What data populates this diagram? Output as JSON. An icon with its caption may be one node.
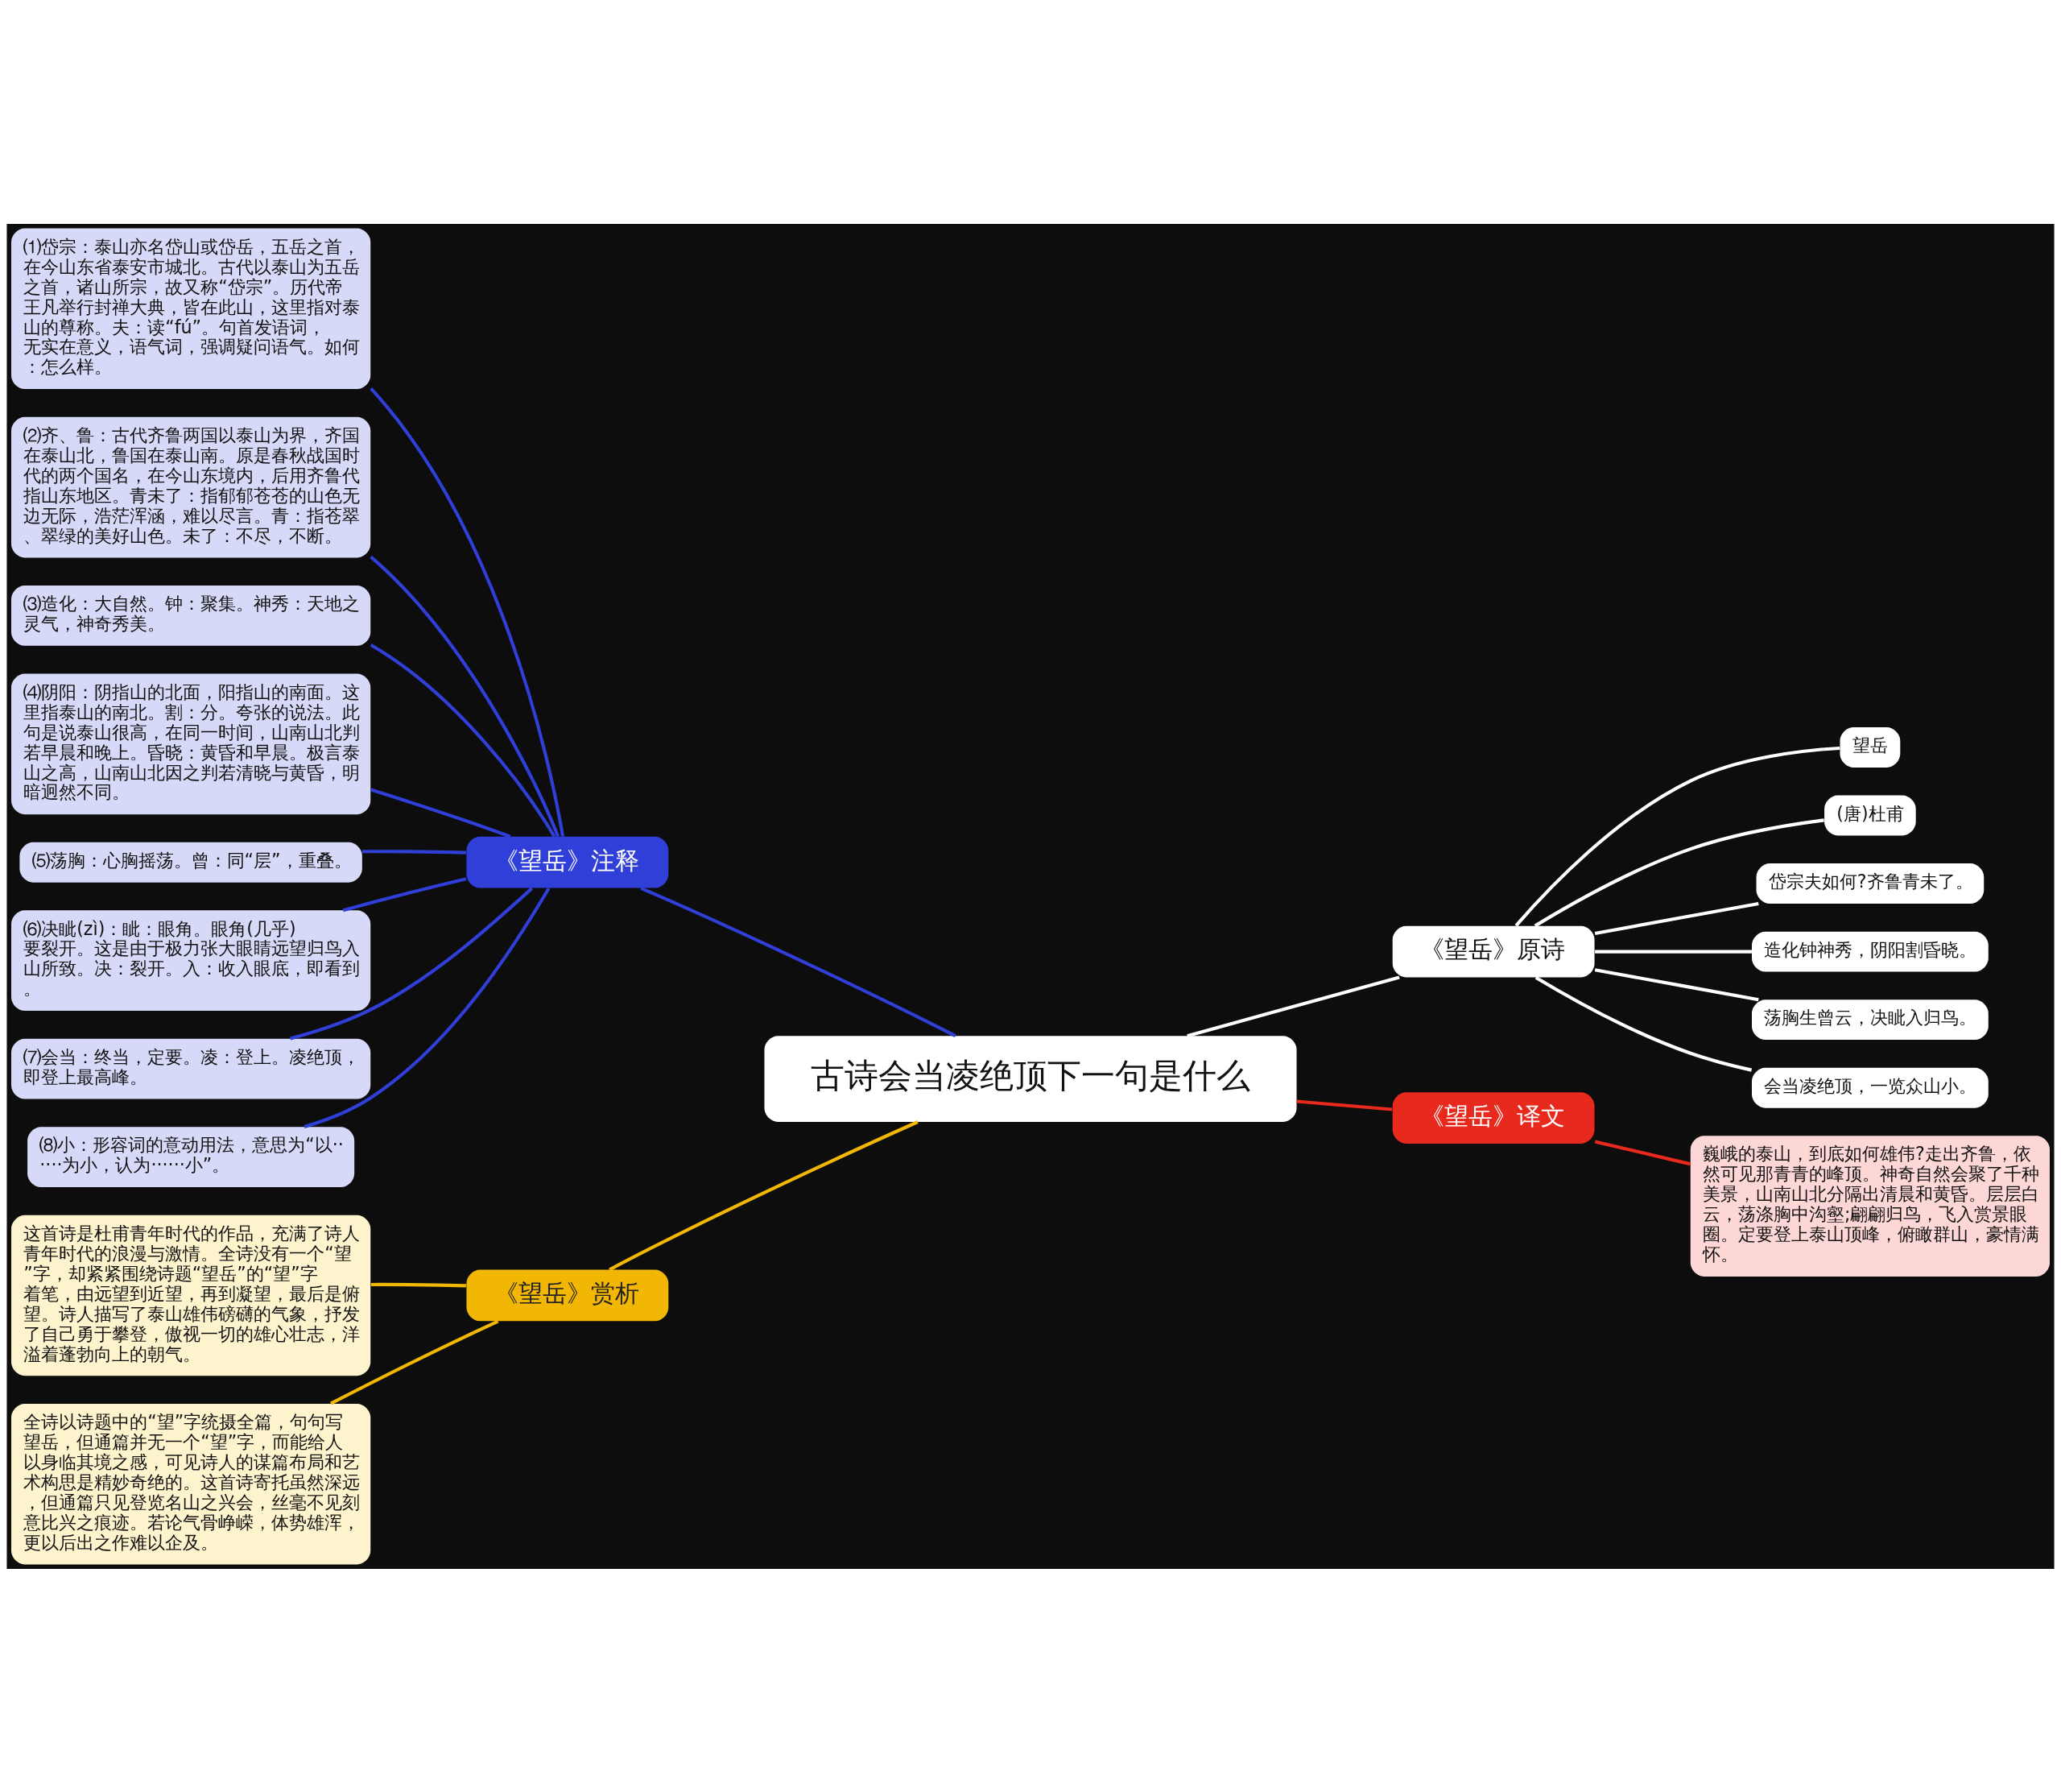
{
  "diagram": {
    "nodes": [
      {
        "text": [
          "古诗会当凌绝顶下一句是什么"
        ]
      },
      {
        "text": [
          "《望岳》注释"
        ]
      },
      {
        "text": [
          "⑴岱宗：泰山亦名岱山或岱岳，五岳之首，在今山东省泰安市城北。古代以泰山为五岳之首，诸山所宗，故又称“岱宗”。历代帝王凡举行封禅大典，皆在此山，这里指对泰山的尊称。夫：读“fú”。句首发语词，无实在意义，语气词，强调疑问语气。如何：怎么样。"
        ]
      },
      {
        "text": [
          "⑵齐、鲁：古代齐鲁两国以泰山为界，齐国在泰山北，鲁国在泰山南。原是春秋战国时代的两个国名，在今山东境内，后用齐鲁代指山东地区。青未了：指郁郁苍苍的山色无边无际，浩茫浑涵，难以尽言。青：指苍翠、翠绿的美好山色。未了：不尽，不断。"
        ]
      },
      {
        "text": [
          "⑶造化：大自然。钟：聚集。神秀：天地之灵气，神奇秀美。"
        ]
      },
      {
        "text": [
          "⑷阴阳：阴指山的北面，阳指山的南面。这里指泰山的南北。割：分。夸张的说法。此句是说泰山很高，在同一时间，山南山北判若早晨和晚上。昏晓：黄昏和早晨。极言泰山之高，山南山北因之判若清晓与黄昏，明暗迥然不同。"
        ]
      },
      {
        "text": [
          "⑸荡胸：心胸摇荡。曾：同“层”，重叠。"
        ]
      },
      {
        "text": [
          "⑹决眦(zì)：眦：眼角。眼角(几乎)要裂开。这是由于极力张大眼睛远望归鸟入山所致。决：裂开。入：收入眼底，即看到。"
        ]
      },
      {
        "text": [
          "⑺会当：终当，定要。凌：登上。凌绝顶，即登上最高峰。"
        ]
      },
      {
        "text": [
          "⑻小：形容词的意动用法，意思为“以······为小，认为······小”。"
        ]
      },
      {
        "text": [
          "《望岳》原诗"
        ]
      },
      {
        "text": [
          "望岳"
        ]
      },
      {
        "text": [
          "(唐)杜甫"
        ]
      },
      {
        "text": [
          "岱宗夫如何?齐鲁青未了。"
        ]
      },
      {
        "text": [
          "造化钟神秀，阴阳割昏晓。"
        ]
      },
      {
        "text": [
          "荡胸生曾云，决眦入归鸟。"
        ]
      },
      {
        "text": [
          "会当凌绝顶，一览众山小。"
        ]
      },
      {
        "text": [
          "《望岳》译文"
        ]
      },
      {
        "text": [
          "巍峨的泰山，到底如何雄伟?走出齐鲁，依然可见那青青的峰顶。神奇自然会聚了千种美景，山南山北分隔出清晨和黄昏。层层白云，荡涤胸中沟壑;翩翩归鸟，飞入赏景眼圈。定要登上泰山顶峰，俯瞰群山，豪情满怀。"
        ]
      },
      {
        "text": [
          "《望岳》赏析"
        ]
      },
      {
        "text": [
          "这首诗是杜甫青年时代的作品，充满了诗人青年时代的浪漫与激情。全诗没有一个“望”字，却紧紧围绕诗题“望岳”的“望”字着笔，由远望到近望，再到凝望，最后是俯望。诗人描写了泰山雄伟磅礴的气象，抒发了自己勇于攀登，傲视一切的雄心壮志，洋溢着蓬勃向上的朝气。"
        ]
      },
      {
        "text": [
          "全诗以诗题中的“望”字统摄全篇，句句写望岳，但通篇并无一个“望”字，而能给人以身临其境之感，可见诗人的谋篇布局和艺术构思是精妙奇绝的。这首诗寄托虽然深远，但通篇只见登览名山之兴会，丝毫不见刻意比兴之痕迹。若论气骨峥嵘，体势雄浑，更以后出之作难以企及。"
        ]
      }
    ],
    "edges": [
      {
        "from": 0,
        "to": 1,
        "arrow": "none",
        "color": "#2f3fd8"
      },
      {
        "from": 1,
        "to": 2,
        "arrow": "none",
        "color": "#2f3fd8"
      },
      {
        "from": 1,
        "to": 3,
        "arrow": "none",
        "color": "#2f3fd8"
      },
      {
        "from": 1,
        "to": 4,
        "arrow": "none",
        "color": "#2f3fd8"
      },
      {
        "from": 1,
        "to": 5,
        "arrow": "none",
        "color": "#2f3fd8"
      },
      {
        "from": 1,
        "to": 6,
        "arrow": "none",
        "color": "#2f3fd8"
      },
      {
        "from": 1,
        "to": 7,
        "arrow": "none",
        "color": "#2f3fd8"
      },
      {
        "from": 1,
        "to": 8,
        "arrow": "none",
        "color": "#2f3fd8"
      },
      {
        "from": 1,
        "to": 9,
        "arrow": "none",
        "color": "#2f3fd8"
      },
      {
        "from": 0,
        "to": 10,
        "arrow": "none",
        "color": "#ffffff"
      },
      {
        "from": 10,
        "to": 11,
        "arrow": "none",
        "color": "#ffffff"
      },
      {
        "from": 10,
        "to": 12,
        "arrow": "none",
        "color": "#ffffff"
      },
      {
        "from": 10,
        "to": 13,
        "arrow": "none",
        "color": "#ffffff"
      },
      {
        "from": 10,
        "to": 14,
        "arrow": "none",
        "color": "#ffffff"
      },
      {
        "from": 10,
        "to": 15,
        "arrow": "none",
        "color": "#ffffff"
      },
      {
        "from": 10,
        "to": 16,
        "arrow": "none",
        "color": "#ffffff"
      },
      {
        "from": 0,
        "to": 17,
        "arrow": "none",
        "color": "#e8291e"
      },
      {
        "from": 17,
        "to": 18,
        "arrow": "none",
        "color": "#e8291e"
      },
      {
        "from": 0,
        "to": 19,
        "arrow": "none",
        "color": "#f2b705"
      },
      {
        "from": 19,
        "to": 20,
        "arrow": "none",
        "color": "#f2b705"
      },
      {
        "from": 19,
        "to": 21,
        "arrow": "none",
        "color": "#f2b705"
      }
    ]
  }
}
